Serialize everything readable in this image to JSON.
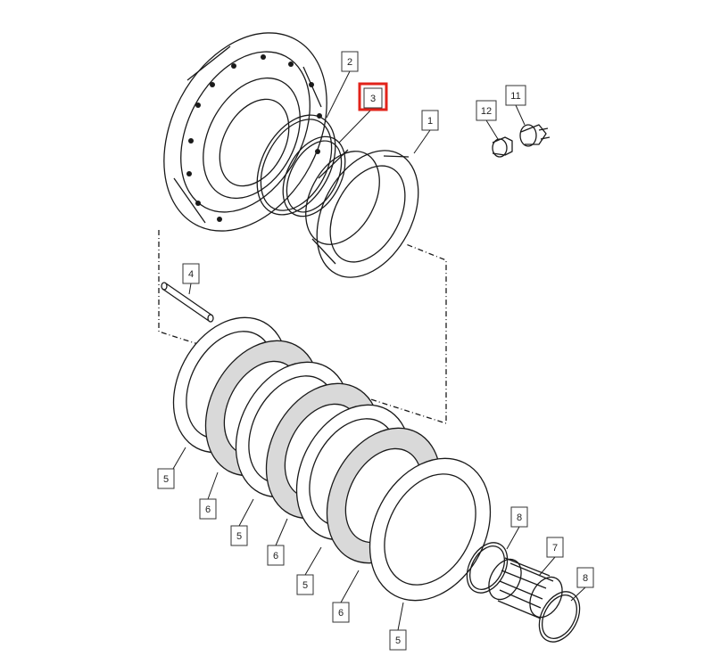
{
  "diagram": {
    "callouts": [
      {
        "id": "c2",
        "label": "2"
      },
      {
        "id": "c3",
        "label": "3",
        "highlighted": true
      },
      {
        "id": "c1",
        "label": "1"
      },
      {
        "id": "c12",
        "label": "12"
      },
      {
        "id": "c11",
        "label": "11"
      },
      {
        "id": "c4",
        "label": "4"
      },
      {
        "id": "c5a",
        "label": "5"
      },
      {
        "id": "c6a",
        "label": "6"
      },
      {
        "id": "c5b",
        "label": "5"
      },
      {
        "id": "c6b",
        "label": "6"
      },
      {
        "id": "c5c",
        "label": "5"
      },
      {
        "id": "c6c",
        "label": "6"
      },
      {
        "id": "c5d",
        "label": "5"
      },
      {
        "id": "c8a",
        "label": "8"
      },
      {
        "id": "c7",
        "label": "7"
      },
      {
        "id": "c8b",
        "label": "8"
      }
    ],
    "colors": {
      "line": "#1a1a1a",
      "highlight": "#e2231a",
      "friction": "#d9d9d9"
    }
  }
}
